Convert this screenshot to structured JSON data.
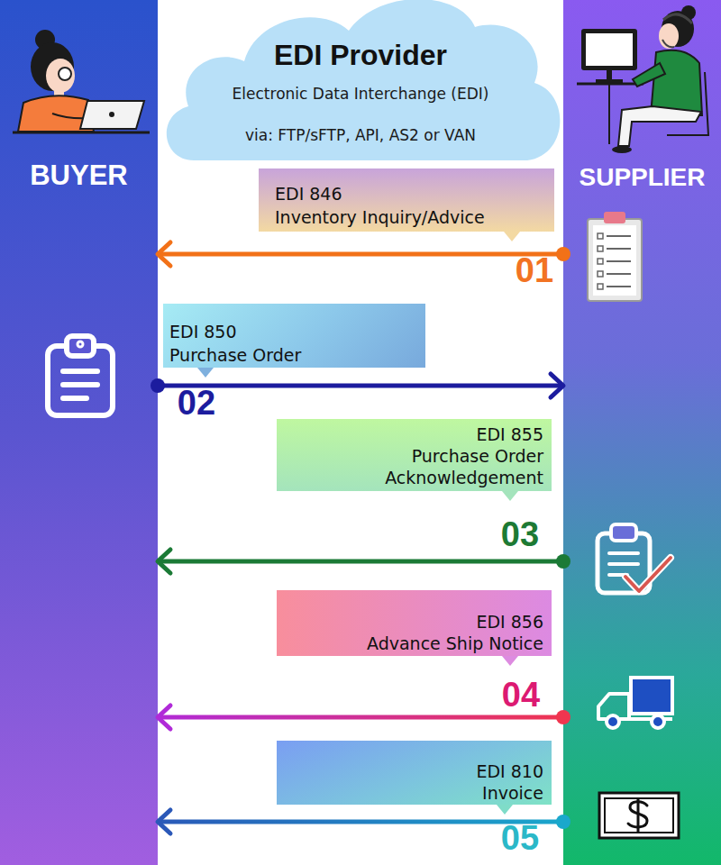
{
  "diagram": {
    "nodes": [
      {
        "text": [
          "EDI Provider",
          "Electronic Data Interchange (EDI)",
          "via: FTP/sFTP, API, AS2 or VAN"
        ]
      },
      {
        "text": [
          "BUYER"
        ]
      },
      {
        "text": [
          "SUPPLIER"
        ]
      },
      {
        "text": [
          "EDI 846",
          "Inventory Inquiry/Advice"
        ]
      },
      {
        "text": [
          "EDI 850",
          "Purchase Order"
        ]
      },
      {
        "text": [
          "EDI 855",
          "Purchase Order Acknowledgement"
        ]
      },
      {
        "text": [
          "EDI 856",
          "Advance Ship Notice"
        ]
      },
      {
        "text": [
          "EDI 810",
          "Invoice"
        ]
      }
    ],
    "edges": [
      {
        "from": 2,
        "to": 1,
        "arrow": "to",
        "label": "01"
      },
      {
        "from": 1,
        "to": 2,
        "arrow": "to",
        "label": "02"
      },
      {
        "from": 2,
        "to": 1,
        "arrow": "to",
        "label": "03"
      },
      {
        "from": 2,
        "to": 1,
        "arrow": "to",
        "label": "04"
      },
      {
        "from": 2,
        "to": 1,
        "arrow": "to",
        "label": "05"
      }
    ]
  }
}
